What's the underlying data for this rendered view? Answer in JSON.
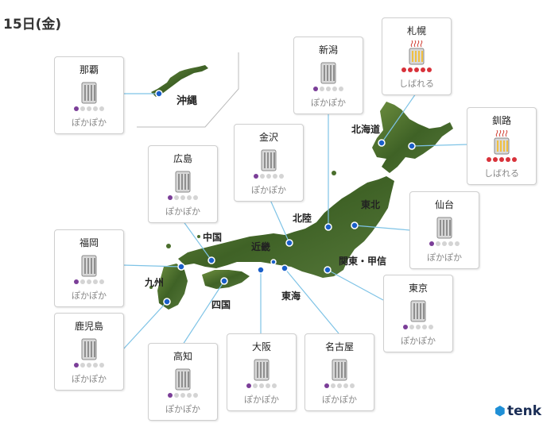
{
  "header": {
    "date": "15日(金)"
  },
  "okinawa_label": "沖縄",
  "regions": {
    "hokkaido": "北海道",
    "tohoku": "東北",
    "hokuriku": "北陸",
    "kanto": "関東・甲信",
    "tokai": "東海",
    "kinki": "近畿",
    "chugoku": "中国",
    "shikoku": "四国",
    "kyushu": "九州"
  },
  "cities": {
    "naha": {
      "name": "那覇",
      "level_label": "ぽかぽか",
      "level": 1
    },
    "niigata": {
      "name": "新潟",
      "level_label": "ぽかぽか",
      "level": 1
    },
    "sapporo": {
      "name": "札幌",
      "level_label": "しばれる",
      "level": 5
    },
    "kushiro": {
      "name": "釧路",
      "level_label": "しばれる",
      "level": 5
    },
    "kanazawa": {
      "name": "金沢",
      "level_label": "ぽかぽか",
      "level": 1
    },
    "hiroshima": {
      "name": "広島",
      "level_label": "ぽかぽか",
      "level": 1
    },
    "sendai": {
      "name": "仙台",
      "level_label": "ぽかぽか",
      "level": 1
    },
    "fukuoka": {
      "name": "福岡",
      "level_label": "ぽかぽか",
      "level": 1
    },
    "tokyo": {
      "name": "東京",
      "level_label": "ぽかぽか",
      "level": 1
    },
    "kagoshima": {
      "name": "鹿児島",
      "level_label": "ぽかぽか",
      "level": 1
    },
    "kochi": {
      "name": "高知",
      "level_label": "ぽかぽか",
      "level": 1
    },
    "osaka": {
      "name": "大阪",
      "level_label": "ぽかぽか",
      "level": 1
    },
    "nagoya": {
      "name": "名古屋",
      "level_label": "ぽかぽか",
      "level": 1
    }
  },
  "logo": {
    "text": "tenk"
  },
  "colors": {
    "land": "#4a6e2c",
    "leader_line": "#7ec3e6",
    "pin": "#1a5fc9",
    "level_on": "#7b3e98",
    "cold_dot": "#d8323a"
  }
}
